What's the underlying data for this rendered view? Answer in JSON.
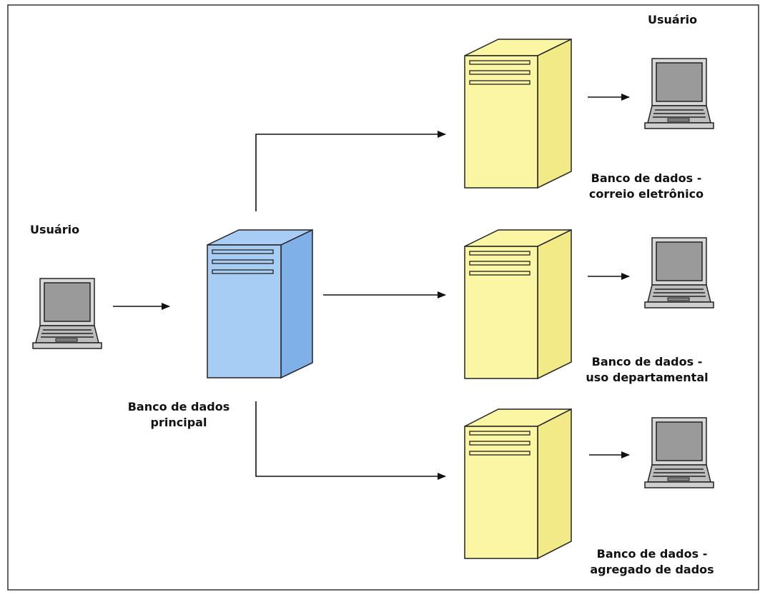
{
  "labels": {
    "user_left": "Usuário",
    "user_right": "Usuário",
    "main_db": [
      "Banco de dados",
      "principal"
    ],
    "db_email": [
      "Banco de dados -",
      "correio eletrônico"
    ],
    "db_dept": [
      "Banco de dados -",
      "uso departamental"
    ],
    "db_agg": [
      "Banco de dados -",
      "agregado de dados"
    ]
  },
  "colors": {
    "main_server": "#a8cdf5",
    "main_server_side": "#7fb0e8",
    "secondary_server": "#fbf6a4",
    "secondary_server_side": "#f2ea86",
    "arrow": "#111111",
    "frame": "#333333"
  },
  "icons": {
    "main_server": "server-icon",
    "secondary_server": "server-icon",
    "user": "laptop-icon"
  }
}
